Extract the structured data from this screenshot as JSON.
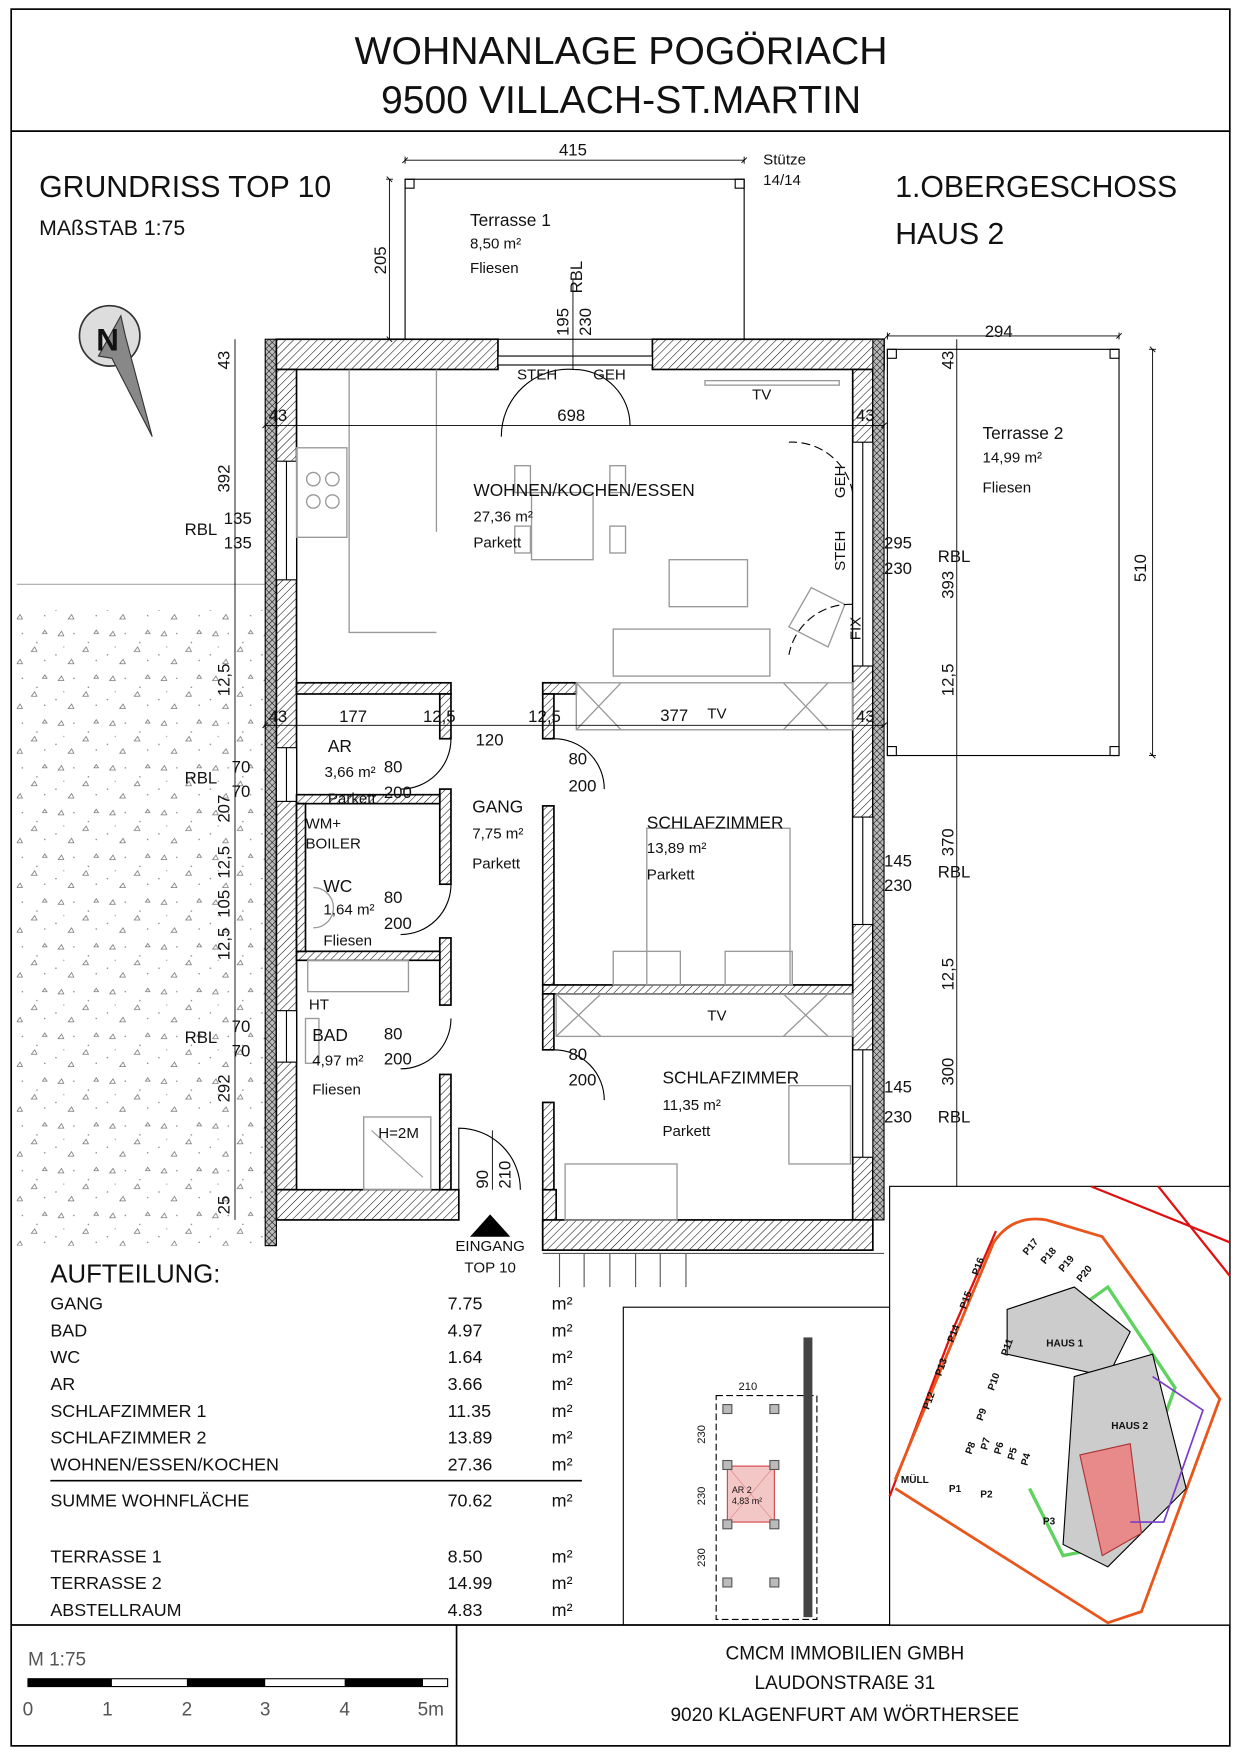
{
  "header": {
    "line1": "WOHNANLAGE POGÖRIACH",
    "line2": "9500 VILLACH-ST.MARTIN"
  },
  "plan_info": {
    "title": "GRUNDRISS TOP 10",
    "scale": "MAßSTAB 1:75",
    "floor": "1.OBERGESCHOSS",
    "house": "HAUS 2",
    "north": "N"
  },
  "rooms": {
    "terrasse1": {
      "name": "Terrasse 1",
      "area": "8,50  m²",
      "floor": "Fliesen"
    },
    "terrasse2": {
      "name": "Terrasse 2",
      "area": "14,99  m²",
      "floor": "Fliesen"
    },
    "wohnen": {
      "name": "WOHNEN/KOCHEN/ESSEN",
      "area": "27,36  m²",
      "floor": "Parkett"
    },
    "ar": {
      "name": "AR",
      "area": "3,66  m²",
      "floor": "Parkett"
    },
    "gang": {
      "name": "GANG",
      "area": "7,75  m²",
      "floor": "Parkett"
    },
    "schlaf1": {
      "name": "SCHLAFZIMMER",
      "area": "13,89  m²",
      "floor": "Parkett"
    },
    "wc": {
      "name": "WC",
      "area": "1,64  m²",
      "floor": "Fliesen"
    },
    "bad": {
      "name": "BAD",
      "area": "4,97  m²",
      "floor": "Fliesen"
    },
    "schlaf2": {
      "name": "SCHLAFZIMMER",
      "area": "11,35  m²",
      "floor": "Parkett"
    }
  },
  "labels": {
    "wm1": "WM+",
    "wm2": "BOILER",
    "ht": "HT",
    "shower": "H=2M",
    "steh": "STEH",
    "geh": "GEH",
    "tv": "TV",
    "fix": "FIX",
    "entry1": "EINGANG",
    "entry2": "TOP 10",
    "stuetze1": "Stütze",
    "stuetze2": "14/14",
    "rbl": "RBL"
  },
  "dims": {
    "d415": "415",
    "d205": "205",
    "d195": "195",
    "d230": "230",
    "d294": "294",
    "d510": "510",
    "d43": "43",
    "d698": "698",
    "d392": "392",
    "d135": "135",
    "d295": "295",
    "d393": "393",
    "d12_5": "12,5",
    "d177": "177",
    "d120": "120",
    "d377": "377",
    "d80": "80",
    "d200": "200",
    "d70": "70",
    "d207": "207",
    "d105": "105",
    "d292": "292",
    "d25": "25",
    "d370": "370",
    "d145": "145",
    "d300": "300",
    "d90": "90",
    "d210": "210"
  },
  "table": {
    "title": "AUFTEILUNG:",
    "unit": "m²",
    "rows": [
      {
        "name": "GANG",
        "value": "7.75"
      },
      {
        "name": "BAD",
        "value": "4.97"
      },
      {
        "name": "WC",
        "value": "1.64"
      },
      {
        "name": "AR",
        "value": "3.66"
      },
      {
        "name": "SCHLAFZIMMER 1",
        "value": "11.35"
      },
      {
        "name": "SCHLAFZIMMER 2",
        "value": "13.89"
      },
      {
        "name": "WOHNEN/ESSEN/KOCHEN",
        "value": "27.36"
      }
    ],
    "sum": {
      "name": "SUMME WOHNFLÄCHE",
      "value": "70.62"
    },
    "extra": [
      {
        "name": "TERRASSE 1",
        "value": "8.50"
      },
      {
        "name": "TERRASSE 2",
        "value": "14.99"
      },
      {
        "name": "ABSTELLRAUM",
        "value": "4.83"
      }
    ]
  },
  "storage": {
    "dim_w": "210",
    "dim_h": "230",
    "room": "AR 2",
    "area": "4,83 m²"
  },
  "site": {
    "haus1": "HAUS 1",
    "haus2": "HAUS 2",
    "muell": "MÜLL",
    "parking": [
      "P1",
      "P2",
      "P3",
      "P4",
      "P5",
      "P6",
      "P7",
      "P8",
      "P9",
      "P10",
      "P11",
      "P12",
      "P13",
      "P14",
      "P15",
      "P16",
      "P17",
      "P18",
      "P19",
      "P20"
    ]
  },
  "scalebar": {
    "label": "M 1:75",
    "ticks": [
      "0",
      "1",
      "2",
      "3",
      "4",
      "5m"
    ]
  },
  "company": {
    "name": "CMCM IMMOBILIEN GMBH",
    "street": "LAUDONSTRAßE 31",
    "city": "9020 KLAGENFURT AM WÖRTHERSEE"
  },
  "colors": {
    "boundary": "#e8561c",
    "red": "#e01010",
    "green": "#5fd35f",
    "purple": "#7a3cc8",
    "pink": "#e98a8a"
  }
}
